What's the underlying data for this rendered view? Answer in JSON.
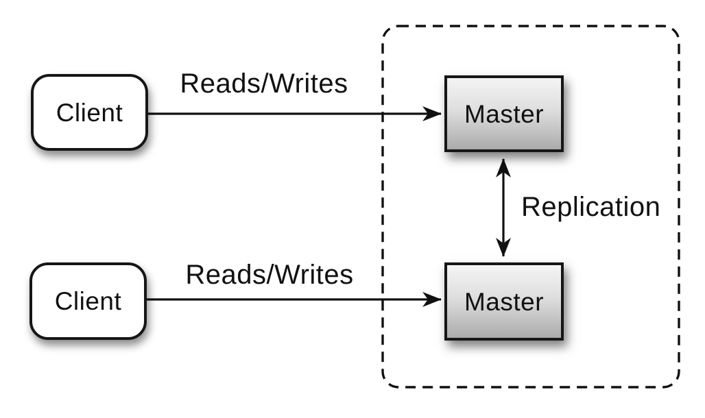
{
  "nodes": {
    "client_top": {
      "label": "Client"
    },
    "client_bottom": {
      "label": "Client"
    },
    "master_top": {
      "label": "Master"
    },
    "master_bottom": {
      "label": "Master"
    }
  },
  "edges": {
    "reads_writes_top": {
      "label": "Reads/Writes"
    },
    "reads_writes_bottom": {
      "label": "Reads/Writes"
    },
    "replication": {
      "label": "Replication"
    }
  },
  "colors": {
    "background": "#ffffff",
    "stroke": "#111111",
    "text": "#111111",
    "client_fill": "#ffffff",
    "master_gradient_top": "#f4f4f4",
    "master_gradient_bottom": "#ababab"
  }
}
